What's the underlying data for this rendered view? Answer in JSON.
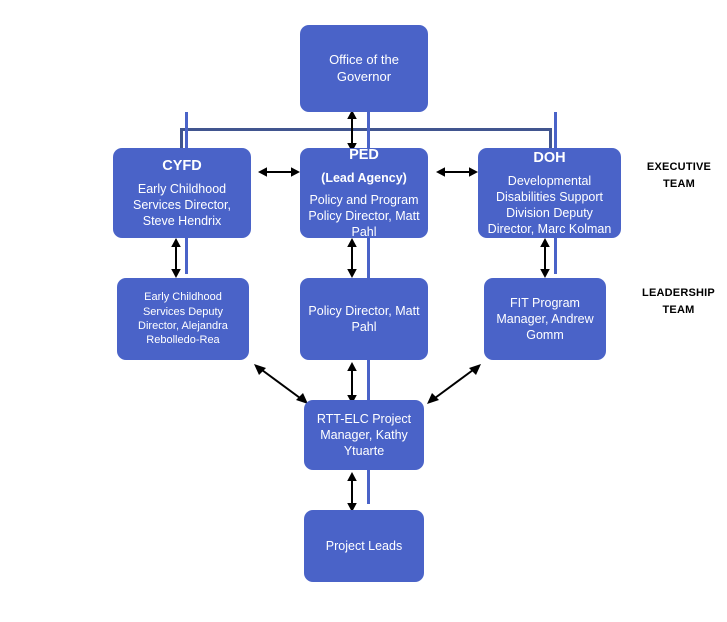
{
  "chart": {
    "type": "org-chart",
    "title": "",
    "nodes": [
      {
        "id": "governor",
        "title": "",
        "sub": "",
        "body": "Office of the Governor"
      },
      {
        "id": "cyfd",
        "title": "CYFD",
        "sub": "",
        "body": "Early Childhood Services Director, Steve Hendrix"
      },
      {
        "id": "ped",
        "title": "PED",
        "sub": "(Lead Agency)",
        "body": "Policy and Program Policy Director, Matt Pahl"
      },
      {
        "id": "doh",
        "title": "DOH",
        "sub": "",
        "body": "Developmental Disabilities Support Division Deputy Director, Marc Kolman"
      },
      {
        "id": "cyfd-deputy",
        "title": "",
        "sub": "",
        "body": "Early Childhood Services Deputy Director, Alejandra Rebolledo-Rea"
      },
      {
        "id": "policy-director",
        "title": "",
        "sub": "",
        "body": "Policy Director, Matt Pahl"
      },
      {
        "id": "fit-manager",
        "title": "",
        "sub": "",
        "body": "FIT Program Manager, Andrew Gomm"
      },
      {
        "id": "rtt-elc",
        "title": "",
        "sub": "",
        "body": "RTT-ELC  Project Manager, Kathy Ytuarte"
      },
      {
        "id": "project-leads",
        "title": "",
        "sub": "",
        "body": "Project Leads"
      }
    ],
    "group_labels": [
      {
        "id": "executive",
        "line1": "EXECUTIVE",
        "line2": "TEAM"
      },
      {
        "id": "leadership",
        "line1": "LEADERSHIP",
        "line2": "TEAM"
      }
    ],
    "colors": {
      "node_fill": "#4a63c8",
      "node_text": "#ffffff",
      "connector_blue": "#4a63c8",
      "connector_dark": "#41558f",
      "arrow": "#000000",
      "background": "#ffffff",
      "label_text": "#000000"
    }
  }
}
